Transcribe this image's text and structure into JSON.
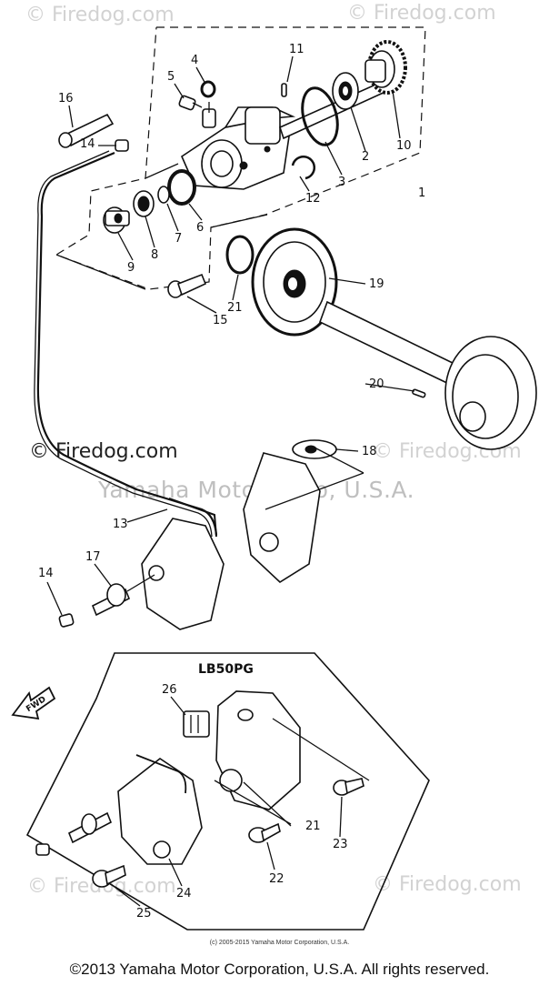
{
  "watermarks": {
    "top_left": "© Firedog.com",
    "top_right": "© Firedog.com",
    "mid_left": "© Firedog.com",
    "mid_right": "© Firedog.com",
    "bottom_left": "© Firedog.com",
    "bottom_right": "© Firedog.com",
    "motor_corp": "Yamaha Motor Corp, U.S.A."
  },
  "variant_label": "LB50PG",
  "fwd_label": "FWD",
  "callouts": [
    "1",
    "2",
    "3",
    "4",
    "5",
    "6",
    "7",
    "8",
    "9",
    "10",
    "11",
    "12",
    "13",
    "14",
    "14",
    "15",
    "16",
    "17",
    "18",
    "19",
    "20",
    "21",
    "21",
    "22",
    "23",
    "24",
    "25",
    "26"
  ],
  "small_copyright": "(c) 2005-2015 Yamaha Motor Corporation, U.S.A.",
  "footer_copyright": "©2013 Yamaha Motor Corporation, U.S.A. All rights reserved."
}
